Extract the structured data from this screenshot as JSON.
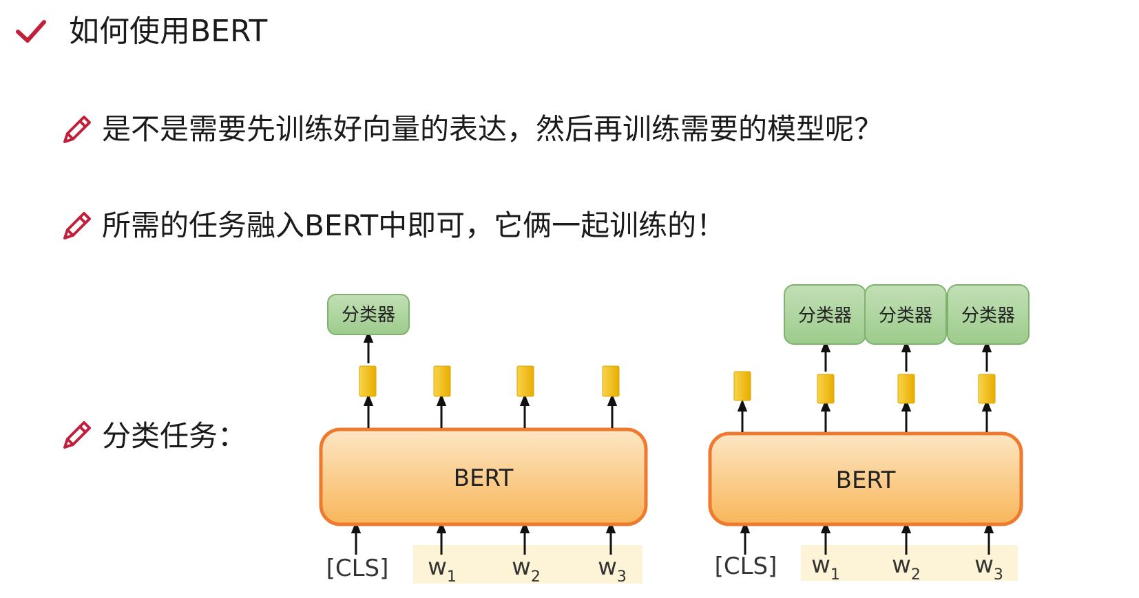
{
  "slide": {
    "title": "如何使用BERT",
    "bullets": [
      "是不是需要先训练好向量的表达，然后再训练需要的模型呢？",
      "所需的任务融入BERT中即可，它俩一起训练的！",
      "分类任务："
    ]
  },
  "diagram_left": {
    "model_label": "BERT",
    "classifiers": [
      "分类器"
    ],
    "tokens": [
      "[CLS]",
      "w",
      "w",
      "w"
    ],
    "subscripts": [
      "",
      "1",
      "2",
      "3"
    ]
  },
  "diagram_right": {
    "model_label": "BERT",
    "classifiers": [
      "分类器",
      "分类器",
      "分类器"
    ],
    "tokens": [
      "[CLS]",
      "w",
      "w",
      "w"
    ],
    "subscripts": [
      "",
      "1",
      "2",
      "3"
    ]
  },
  "colors": {
    "check": "#c0203a",
    "pencil": "#c0203a",
    "bert_fill_top": "#fde6c4",
    "bert_fill_bottom": "#f8b65a",
    "bert_border": "#ee7a30",
    "classifier_fill": "#a9d29a",
    "classifier_border": "#7fb26e",
    "embedding": "#f5c016",
    "token_band": "#fdf3d6"
  }
}
